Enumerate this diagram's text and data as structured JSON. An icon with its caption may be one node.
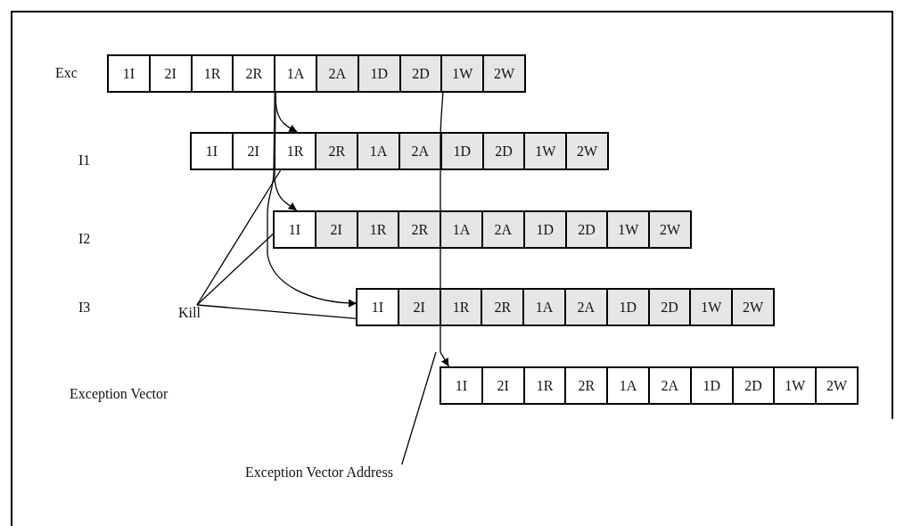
{
  "diagram": {
    "nodes": [
      {
        "text": [
          "1I"
        ]
      },
      {
        "text": [
          "2I"
        ]
      },
      {
        "text": [
          "1R"
        ]
      },
      {
        "text": [
          "2R"
        ]
      },
      {
        "text": [
          "1A"
        ]
      },
      {
        "text": [
          "2A"
        ]
      },
      {
        "text": [
          "1D"
        ]
      },
      {
        "text": [
          "2D"
        ]
      },
      {
        "text": [
          "1W"
        ]
      },
      {
        "text": [
          "2W"
        ]
      },
      {
        "text": [
          "1I"
        ]
      },
      {
        "text": [
          "2I"
        ]
      },
      {
        "text": [
          "1R"
        ]
      },
      {
        "text": [
          "2R"
        ]
      },
      {
        "text": [
          "1A"
        ]
      },
      {
        "text": [
          "2A"
        ]
      },
      {
        "text": [
          "1D"
        ]
      },
      {
        "text": [
          "2D"
        ]
      },
      {
        "text": [
          "1W"
        ]
      },
      {
        "text": [
          "2W"
        ]
      },
      {
        "text": [
          "1I"
        ]
      },
      {
        "text": [
          "2I"
        ]
      },
      {
        "text": [
          "1R"
        ]
      },
      {
        "text": [
          "2R"
        ]
      },
      {
        "text": [
          "1A"
        ]
      },
      {
        "text": [
          "2A"
        ]
      },
      {
        "text": [
          "1D"
        ]
      },
      {
        "text": [
          "2D"
        ]
      },
      {
        "text": [
          "1W"
        ]
      },
      {
        "text": [
          "2W"
        ]
      },
      {
        "text": [
          "1I"
        ]
      },
      {
        "text": [
          "2I"
        ]
      },
      {
        "text": [
          "1R"
        ]
      },
      {
        "text": [
          "2R"
        ]
      },
      {
        "text": [
          "1A"
        ]
      },
      {
        "text": [
          "2A"
        ]
      },
      {
        "text": [
          "1D"
        ]
      },
      {
        "text": [
          "2D"
        ]
      },
      {
        "text": [
          "1W"
        ]
      },
      {
        "text": [
          "2W"
        ]
      },
      {
        "text": [
          "1I"
        ]
      },
      {
        "text": [
          "2I"
        ]
      },
      {
        "text": [
          "1R"
        ]
      },
      {
        "text": [
          "2R"
        ]
      },
      {
        "text": [
          "1A"
        ]
      },
      {
        "text": [
          "2A"
        ]
      },
      {
        "text": [
          "1D"
        ]
      },
      {
        "text": [
          "2D"
        ]
      },
      {
        "text": [
          "1W"
        ]
      },
      {
        "text": [
          "2W"
        ]
      },
      {
        "text": [
          "Kill"
        ]
      },
      {
        "text": [
          "Exception Vector Address"
        ]
      }
    ],
    "edges": [
      {
        "from": 4,
        "to": 12,
        "arrow": "to"
      },
      {
        "from": 4,
        "to": 20,
        "arrow": "to"
      },
      {
        "from": 4,
        "to": 30,
        "arrow": "to"
      },
      {
        "from": 8,
        "to": 40,
        "arrow": "to"
      },
      {
        "from": 50,
        "to": 12,
        "arrow": "none"
      },
      {
        "from": 50,
        "to": 20,
        "arrow": "none"
      },
      {
        "from": 50,
        "to": 30,
        "arrow": "none"
      },
      {
        "from": 51,
        "to": null,
        "arrow": "none"
      }
    ],
    "labels": [
      "Exc",
      "I1",
      "I2",
      "I3",
      "Exception Vector"
    ]
  }
}
